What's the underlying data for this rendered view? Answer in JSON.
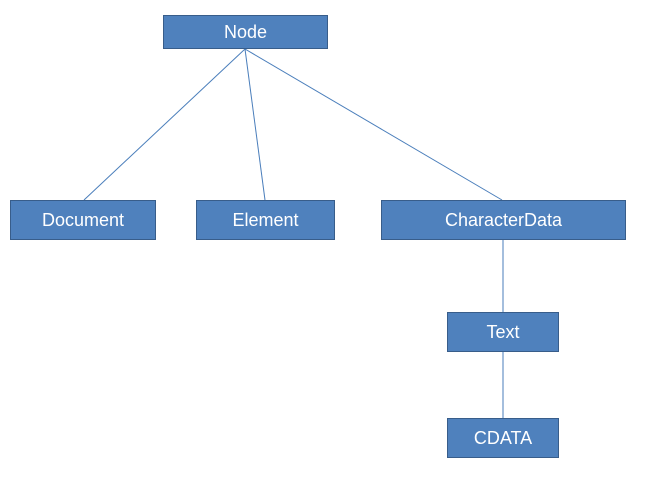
{
  "diagram": {
    "nodes": {
      "node": "Node",
      "document": "Document",
      "element": "Element",
      "character_data": "CharacterData",
      "text": "Text",
      "cdata": "CDATA"
    },
    "edges": [
      [
        "Node",
        "Document"
      ],
      [
        "Node",
        "Element"
      ],
      [
        "Node",
        "CharacterData"
      ],
      [
        "CharacterData",
        "Text"
      ],
      [
        "Text",
        "CDATA"
      ]
    ],
    "colors": {
      "node_fill": "#4f81bd",
      "node_border": "#385d8a",
      "connector": "#4a7ebb",
      "label": "#ffffff"
    }
  }
}
